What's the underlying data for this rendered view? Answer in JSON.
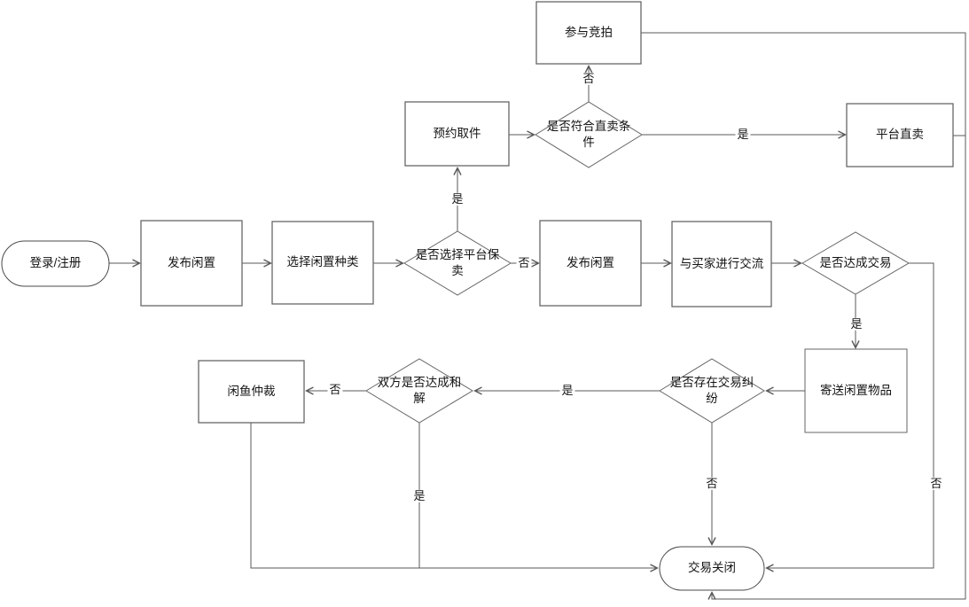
{
  "diagram": {
    "type": "flowchart",
    "language": "zh-CN",
    "background": "#ffffff"
  },
  "colors": {
    "shape_stroke": "#666666",
    "terminator_stroke": "#4a4a4a",
    "connector": "#595959",
    "text": "#141414",
    "background": "#ffffff"
  },
  "nodes": [
    {
      "id": "login",
      "label": "登录/注册",
      "type": "terminator"
    },
    {
      "id": "publish1",
      "label": "发布闲置",
      "type": "process"
    },
    {
      "id": "chooseType",
      "label": "选择闲置种类",
      "type": "process"
    },
    {
      "id": "consignQ",
      "label": "是否选择平台保卖",
      "type": "decision"
    },
    {
      "id": "pickup",
      "label": "预约取件",
      "type": "process"
    },
    {
      "id": "directQ",
      "label": "是否符合直卖条件",
      "type": "decision"
    },
    {
      "id": "auction",
      "label": "参与竞拍",
      "type": "process"
    },
    {
      "id": "directSale",
      "label": "平台直卖",
      "type": "process"
    },
    {
      "id": "publish2",
      "label": "发布闲置",
      "type": "process"
    },
    {
      "id": "chatBuyer",
      "label": "与买家进行交流",
      "type": "process"
    },
    {
      "id": "dealQ",
      "label": "是否达成交易",
      "type": "decision"
    },
    {
      "id": "shipItem",
      "label": "寄送闲置物品",
      "type": "process"
    },
    {
      "id": "disputeQ",
      "label": "是否存在交易纠纷",
      "type": "decision"
    },
    {
      "id": "reconcileQ",
      "label": "双方是否达成和解",
      "type": "decision"
    },
    {
      "id": "arbitration",
      "label": "闲鱼仲裁",
      "type": "process"
    },
    {
      "id": "closed",
      "label": "交易关闭",
      "type": "terminator"
    }
  ],
  "edge_labels": [
    {
      "text": "是",
      "edge": "consignQ-pickup"
    },
    {
      "text": "否",
      "edge": "consignQ-publish2"
    },
    {
      "text": "否",
      "edge": "directQ-auction"
    },
    {
      "text": "是",
      "edge": "directQ-directSale"
    },
    {
      "text": "是",
      "edge": "dealQ-shipItem"
    },
    {
      "text": "否",
      "edge": "dealQ-closed"
    },
    {
      "text": "是",
      "edge": "disputeQ-reconcileQ"
    },
    {
      "text": "否",
      "edge": "disputeQ-closed"
    },
    {
      "text": "否",
      "edge": "reconcileQ-arbitration"
    },
    {
      "text": "是",
      "edge": "reconcileQ-closed"
    }
  ]
}
